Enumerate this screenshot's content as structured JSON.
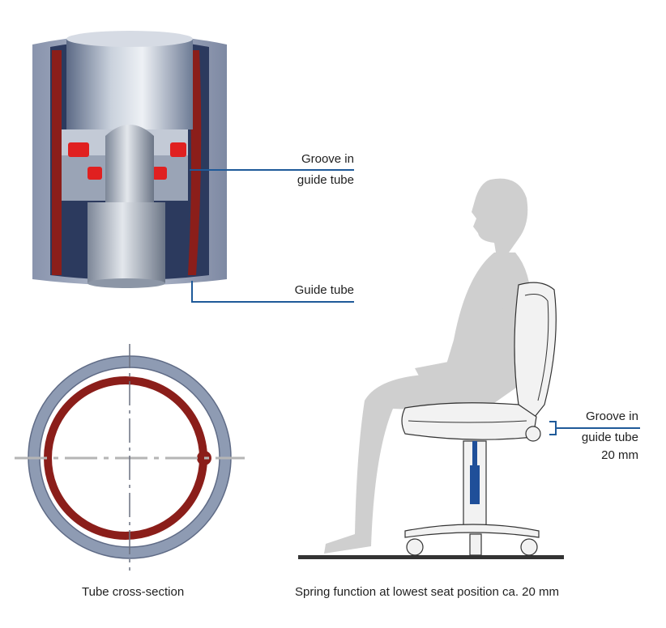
{
  "labels": {
    "groove_top_line1": "Groove in",
    "groove_top_line2": "guide tube",
    "guide_tube": "Guide tube",
    "groove_right_line1": "Groove in",
    "groove_right_line2": "guide tube",
    "groove_right_line3": "20 mm"
  },
  "captions": {
    "cross_section": "Tube cross-section",
    "spring_function": "Spring function at lowest seat position ca. 20 mm"
  },
  "colors": {
    "leader_line": "#1f5a99",
    "tube_red": "#8b1e1a",
    "tube_blue_grey": "#8e9bb3",
    "figure_grey": "#cfcfcf",
    "floor": "#333333"
  }
}
